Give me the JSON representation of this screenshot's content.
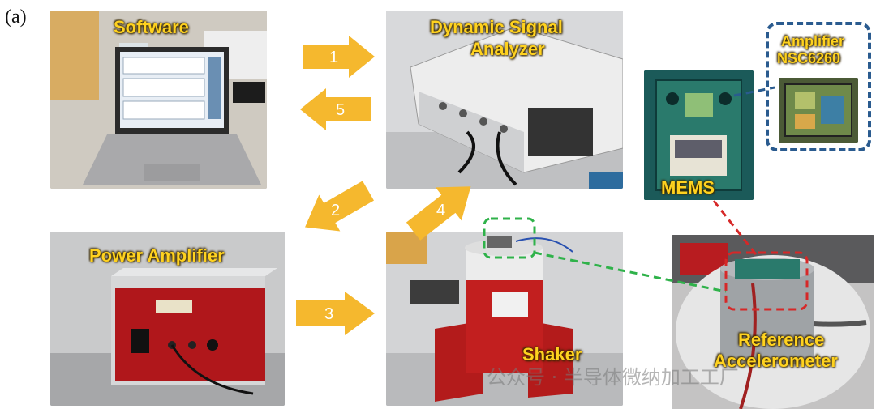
{
  "figure_tag": "(a)",
  "labels": {
    "software": "Software",
    "analyzer_line1": "Dynamic Signal",
    "analyzer_line2": "Analyzer",
    "power_amplifier": "Power Amplifier",
    "shaker": "Shaker",
    "mems": "MEMS",
    "amplifier_line1": "Amplifier",
    "amplifier_line2": "NSC6260",
    "reference_line1": "Reference",
    "reference_line2": "Accelerometer"
  },
  "steps": [
    "1",
    "2",
    "3",
    "4",
    "5"
  ],
  "watermark": "公众号 · 半导体微纳加工工厂",
  "colors": {
    "arrow": "#f5b82e",
    "label_text": "#ffd21f",
    "mems_highlight": "#2a5b8f",
    "green_highlight": "#2fb24a",
    "red_highlight": "#d62828",
    "shaker_body": "#b31b1b"
  }
}
